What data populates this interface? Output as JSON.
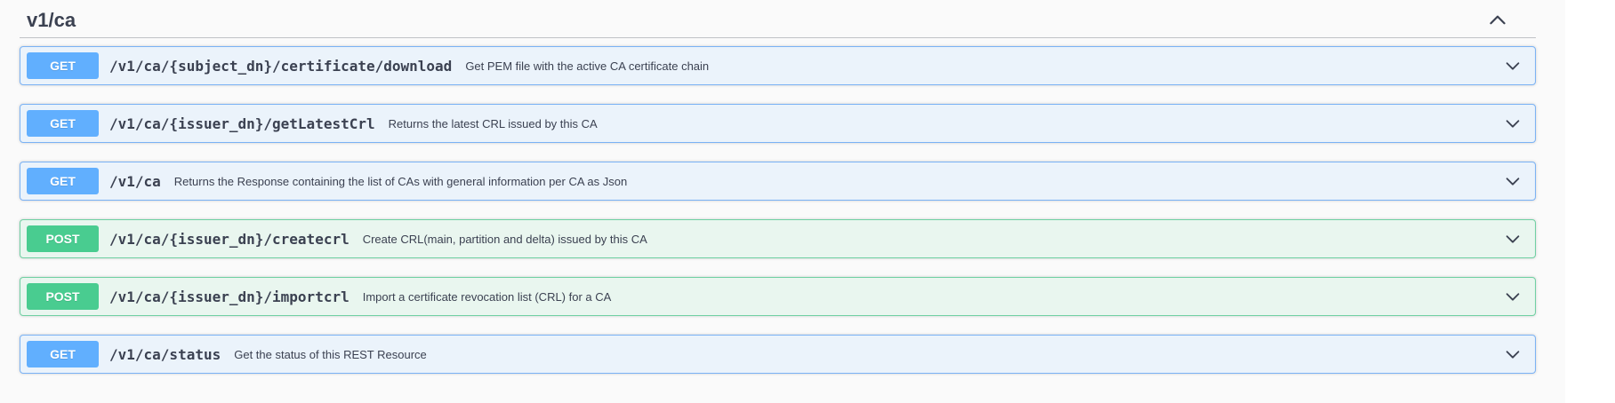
{
  "section": {
    "title": "v1/ca",
    "collapse_icon": "chevron-up-icon"
  },
  "colors": {
    "GET": {
      "badge": "#61affe",
      "row_bg": "#ebf3fb",
      "row_border": "#7ab2f5"
    },
    "POST": {
      "badge": "#49cc90",
      "row_bg": "#e9f6ef",
      "row_border": "#6fd0a2"
    },
    "text": "#3b4151",
    "page_bg": "#fafafa"
  },
  "endpoints": [
    {
      "method": "GET",
      "path": "/v1/ca/{subject_dn}/certificate/download",
      "description": "Get PEM file with the active CA certificate chain"
    },
    {
      "method": "GET",
      "path": "/v1/ca/{issuer_dn}/getLatestCrl",
      "description": "Returns the latest CRL issued by this CA"
    },
    {
      "method": "GET",
      "path": "/v1/ca",
      "description": "Returns the Response containing the list of CAs with general information per CA as Json"
    },
    {
      "method": "POST",
      "path": "/v1/ca/{issuer_dn}/createcrl",
      "description": "Create CRL(main, partition and delta) issued by this CA"
    },
    {
      "method": "POST",
      "path": "/v1/ca/{issuer_dn}/importcrl",
      "description": "Import a certificate revocation list (CRL) for a CA"
    },
    {
      "method": "GET",
      "path": "/v1/ca/status",
      "description": "Get the status of this REST Resource"
    }
  ]
}
